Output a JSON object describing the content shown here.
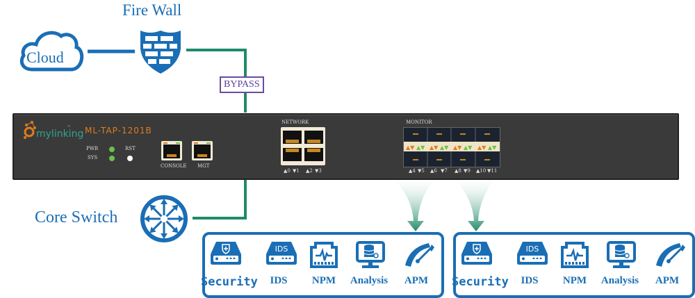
{
  "diagram": {
    "top": {
      "firewall_label": "Fire Wall",
      "cloud_label": "Cloud",
      "bypass_label": "BYPASS"
    },
    "bottom": {
      "core_switch_label": "Core Switch"
    },
    "device": {
      "brand": "mylinking",
      "trademark": "™",
      "model": "ML-TAP-1201B",
      "indicators": {
        "pwr": "PWR",
        "sys": "SYS",
        "rst": "RST"
      },
      "ports": {
        "console": "CONSOLE",
        "mgt": "MGT"
      },
      "network": {
        "title": "NETWORK",
        "port_labels": [
          "▲0",
          "▼1",
          "▲2",
          "▼3"
        ]
      },
      "monitor": {
        "title": "MONITOR",
        "port_labels": [
          "▲4",
          "▼5",
          "▲6",
          "▼7",
          "▲8",
          "▼9",
          "▲10",
          "▼11"
        ]
      }
    },
    "tool_groups": [
      {
        "tools": [
          {
            "label": "Security",
            "icon": "security-appliance-icon"
          },
          {
            "label": "IDS",
            "icon": "ids-appliance-icon",
            "badge": "IDS"
          },
          {
            "label": "NPM",
            "icon": "npm-port-icon"
          },
          {
            "label": "Analysis",
            "icon": "database-monitor-icon"
          },
          {
            "label": "APM",
            "icon": "gauge-icon"
          }
        ]
      },
      {
        "tools": [
          {
            "label": "Security",
            "icon": "security-appliance-icon"
          },
          {
            "label": "IDS",
            "icon": "ids-appliance-icon",
            "badge": "IDS"
          },
          {
            "label": "NPM",
            "icon": "npm-port-icon"
          },
          {
            "label": "Analysis",
            "icon": "database-monitor-icon"
          },
          {
            "label": "APM",
            "icon": "gauge-icon"
          }
        ]
      }
    ],
    "colors": {
      "primary_blue": "#1a6eb5",
      "link_green": "#1e8a6a",
      "bypass_purple": "#6a4ba0",
      "device_body": "#3a3a3a",
      "model_orange": "#e07c1f",
      "led_green": "#6cc04a"
    }
  }
}
